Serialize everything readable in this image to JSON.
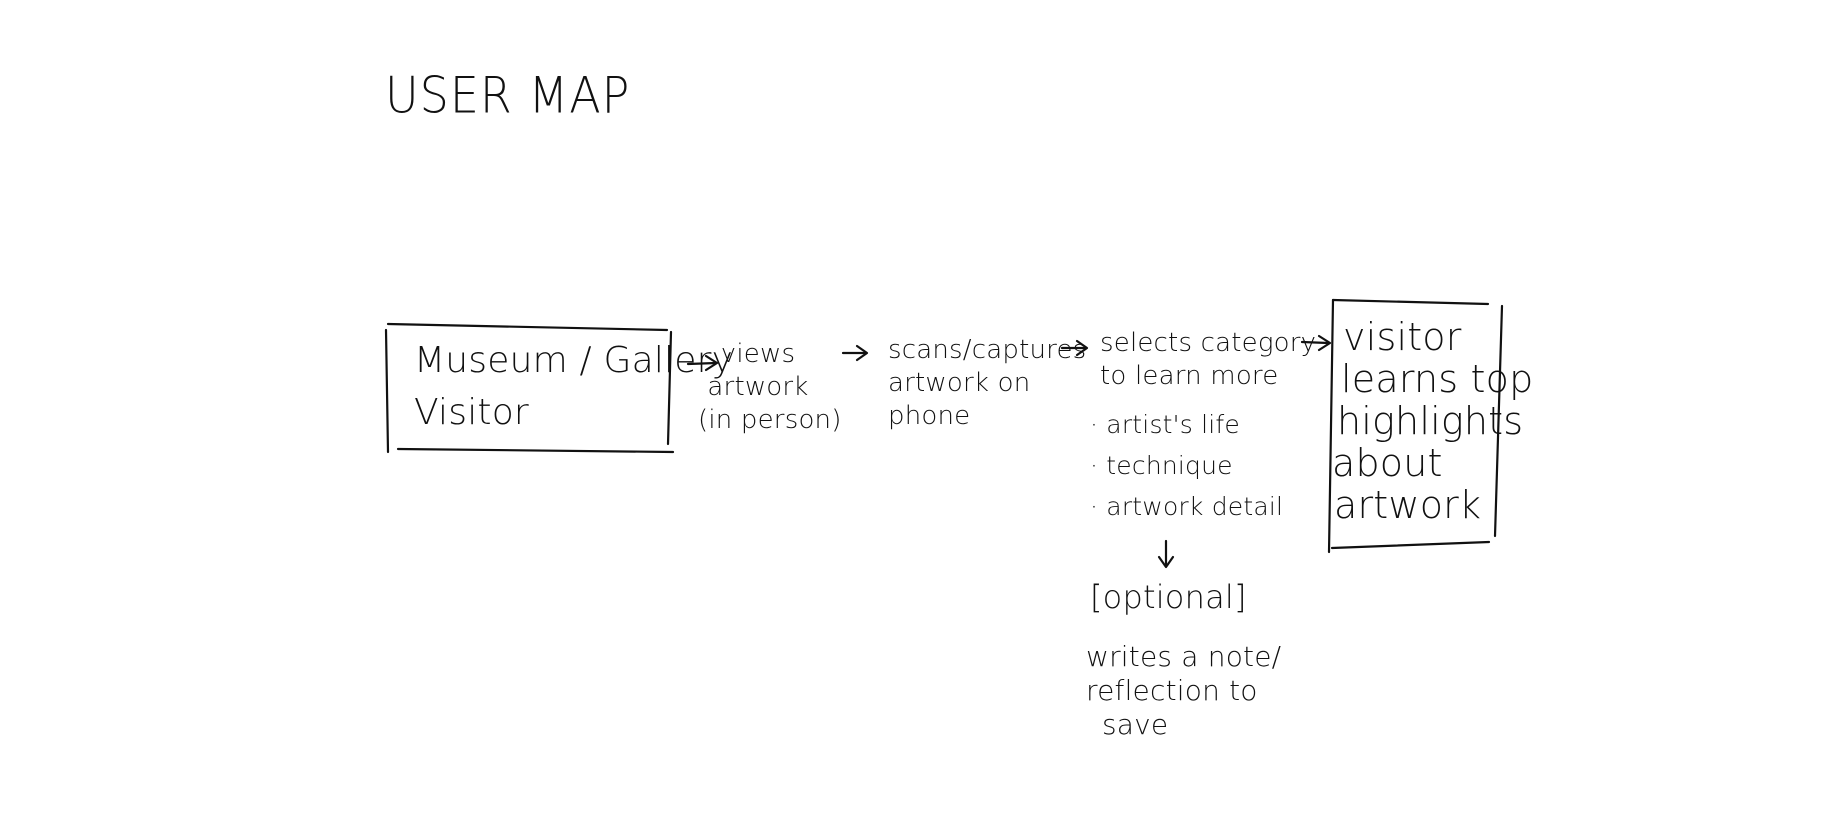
{
  "title": "USER MAP",
  "nodes": {
    "start_box": {
      "line1": "Museum / Gallery",
      "line2": "Visitor"
    },
    "views_artwork": {
      "line1": "views",
      "line2": "artwork",
      "line3": "(in person)"
    },
    "scans_captures": {
      "line1": "scans/captures",
      "line2": "artwork on",
      "line3": "phone"
    },
    "selects_category": {
      "line1": "selects category",
      "line2": "to learn more",
      "bullets": [
        "· artist's life",
        "· technique",
        "· artwork detail"
      ]
    },
    "optional": {
      "label": "[optional]"
    },
    "writes_note": {
      "line1": "writes a note/",
      "line2": "reflection to",
      "line3": "save"
    },
    "end_box": {
      "line1": "visitor",
      "line2": "learns top",
      "line3": "highlights",
      "line4": "about",
      "line5": "artwork"
    }
  },
  "ink_color": "#111111",
  "background_color": "#ffffff"
}
